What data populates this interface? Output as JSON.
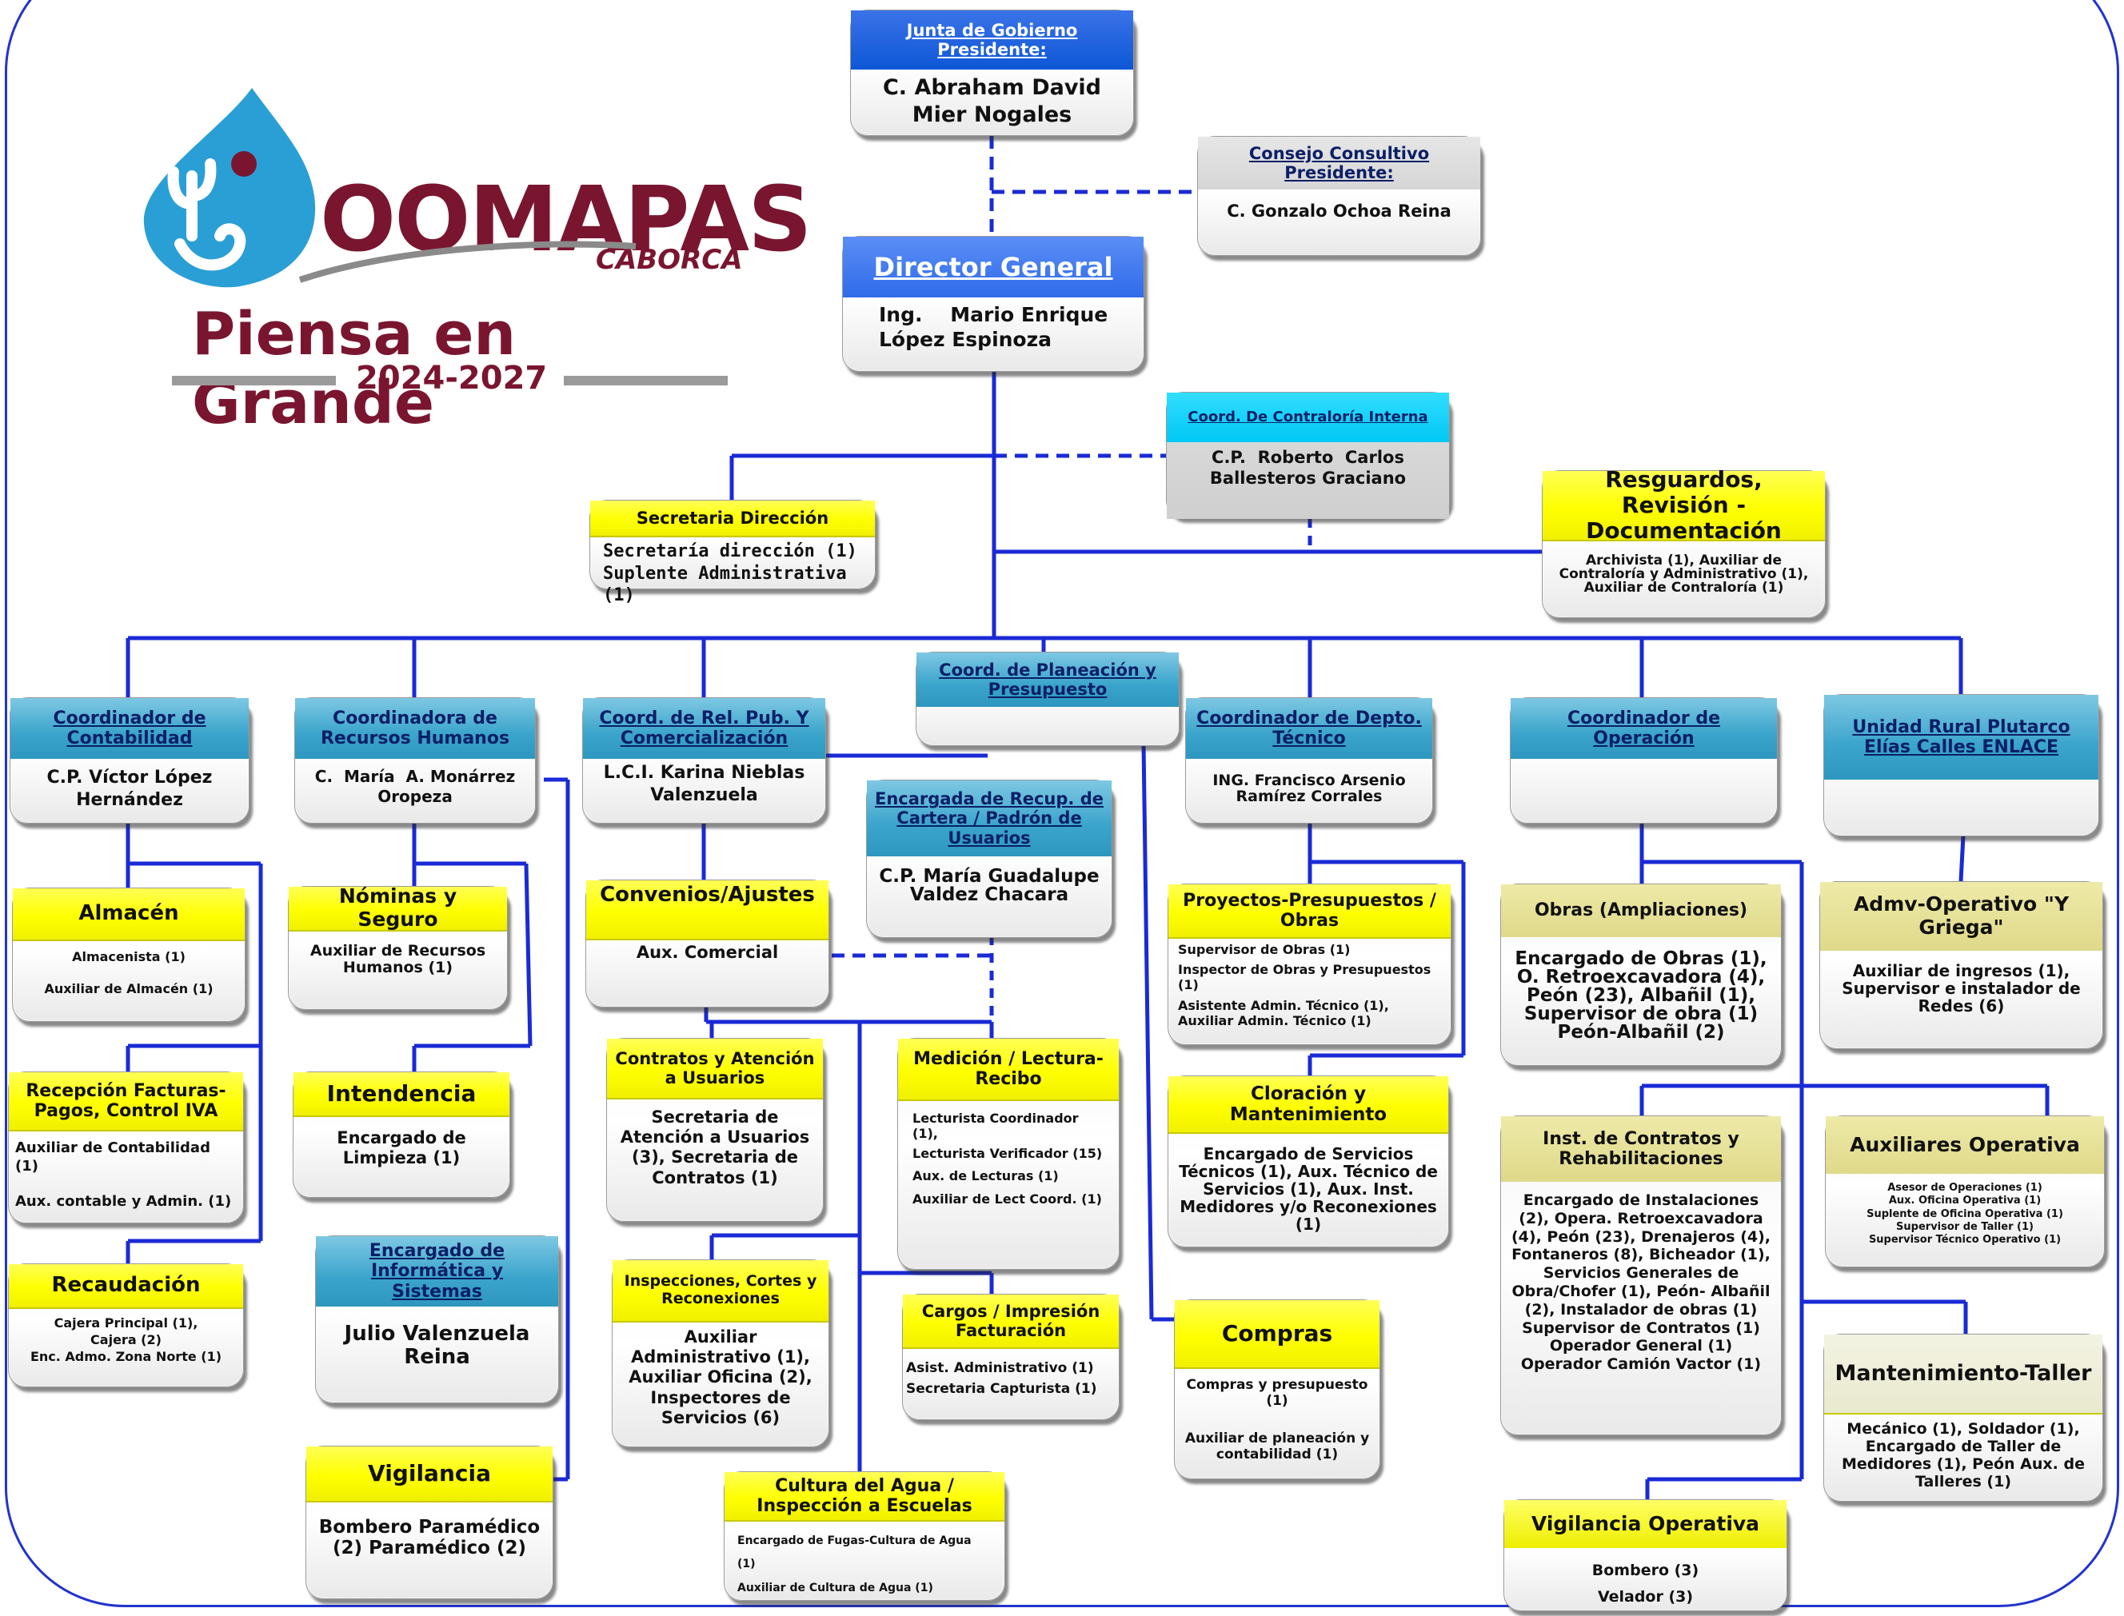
{
  "logo": {
    "name": "OOMAPAS",
    "city": "CABORCA",
    "slogan": "Piensa en Grande",
    "period": "2024-2027"
  },
  "junta": {
    "title": "Junta de Gobierno Presidente:",
    "name": "C. Abraham David Mier Nogales"
  },
  "consejo": {
    "title": "Consejo Consultivo Presidente:",
    "name": "C. Gonzalo Ochoa Reina"
  },
  "director": {
    "title": "Director General",
    "name": "Ing.    Mario Enrique López Espinoza"
  },
  "contraloria": {
    "title": "Coord. De Contraloría Interna",
    "name": "C.P.  Roberto  Carlos Ballesteros Graciano"
  },
  "secretaria": {
    "title": "Secretaria Dirección",
    "line1": "Secretaría dirección (1)",
    "line2": "Suplente Administrativa (1)"
  },
  "resguardos": {
    "title": "Resguardos, Revisión - Documentación",
    "body": "Archivista (1), Auxiliar de Contraloría y Administrativo (1), Auxiliar de Contraloría (1)"
  },
  "contabilidad": {
    "title": "Coordinador de Contabilidad",
    "name": "C.P. Víctor López Hernández"
  },
  "rh": {
    "title": "Coordinadora de Recursos Humanos",
    "name": "C.  María  A. Monárrez Oropeza"
  },
  "relpub": {
    "title": "Coord. de Rel. Pub. Y Comercialización",
    "name": "L.C.I. Karina Nieblas Valenzuela"
  },
  "planeacion": {
    "title": "Coord. de Planeación y Presupuesto"
  },
  "tecnico": {
    "title": "Coordinador de Depto. Técnico",
    "name": "ING. Francisco Arsenio Ramírez Corrales"
  },
  "operacion": {
    "title": "Coordinador de Operación"
  },
  "rural": {
    "title": "Unidad Rural Plutarco Elías Calles ENLACE"
  },
  "almacen": {
    "title": "Almacén",
    "line1": "Almacenista (1)",
    "line2": "Auxiliar de Almacén (1)"
  },
  "nominas": {
    "title": "Nóminas y Seguro",
    "body": "Auxiliar de Recursos Humanos (1)"
  },
  "convenios": {
    "title": "Convenios/Ajustes",
    "body": "Aux. Comercial"
  },
  "cartera": {
    "title": "Encargada de Recup. de Cartera / Padrón de Usuarios",
    "name": "C.P. María Guadalupe Valdez Chacara"
  },
  "proyectos": {
    "title": "Proyectos-Presupuestos / Obras",
    "l1": "Supervisor de Obras (1)",
    "l2": "Inspector de Obras y Presupuestos (1)",
    "l3": "Asistente Admin. Técnico (1), Auxiliar Admin. Técnico (1)"
  },
  "obras": {
    "title": "Obras (Ampliaciones)",
    "body": "Encargado de Obras (1), O. Retroexcavadora (4), Peón (23), Albañil (1), Supervisor de obra (1) Peón-Albañil (2)"
  },
  "admv": {
    "title": "Admv-Operativo \"Y Griega\"",
    "body": "Auxiliar de ingresos (1), Supervisor e instalador de Redes (6)"
  },
  "recepcion": {
    "title": "Recepción Facturas-Pagos, Control IVA",
    "line1": "Auxiliar de Contabilidad (1)",
    "line2": "Aux. contable y Admin.  (1)"
  },
  "intendencia": {
    "title": "Intendencia",
    "body": "Encargado de Limpieza (1)"
  },
  "contratos": {
    "title": "Contratos y Atención a Usuarios",
    "body": "Secretaria de Atención a Usuarios (3), Secretaria de Contratos (1)"
  },
  "medicion": {
    "title": "Medición / Lectura-Recibo",
    "l1": "Lecturista Coordinador (1),",
    "l2": "Lecturista Verificador (15)",
    "l3": "Aux. de Lecturas (1)",
    "l4": "Auxiliar de Lect Coord. (1)"
  },
  "cloracion": {
    "title": "Cloración y Mantenimiento",
    "body": "Encargado de Servicios Técnicos (1), Aux. Técnico de Servicios (1), Aux. Inst. Medidores y/o Reconexiones (1)"
  },
  "instcont": {
    "title": "Inst. de Contratos y Rehabilitaciones",
    "body": "Encargado de Instalaciones (2), Opera. Retroexcavadora (4), Peón (23), Drenajeros (4), Fontaneros (8), Bicheador (1), Servicios Generales de Obra/Chofer (1), Peón- Albañil (2), Instalador de obras (1) Supervisor de Contratos (1)  Operador General (1) Operador Camión Vactor (1)"
  },
  "auxop": {
    "title": "Auxiliares Operativa",
    "l1": "Asesor de Operaciones (1)",
    "l2": "Aux.  Oficina Operativa (1)",
    "l3": "Suplente de Oficina Operativa (1)",
    "l4": "Supervisor de Taller (1)",
    "l5": "Supervisor Técnico Operativo (1)"
  },
  "recaudacion": {
    "title": "Recaudación",
    "l1": "Cajera Principal (1),",
    "l2": "Cajera (2)",
    "l3": "Enc. Admo. Zona Norte (1)"
  },
  "informatica": {
    "title": "Encargado de Informática y Sistemas",
    "name": "Julio Valenzuela Reina"
  },
  "inspecciones": {
    "title": "Inspecciones, Cortes y Reconexiones",
    "body": "Auxiliar Administrativo (1), Auxiliar Oficina (2), Inspectores de Servicios (6)"
  },
  "cargos": {
    "title": "Cargos / Impresión Facturación",
    "l1": "Asist. Administrativo (1)",
    "l2": "Secretaria Capturista (1)"
  },
  "compras": {
    "title": "Compras",
    "l1": "Compras y presupuesto (1)",
    "l2": "Auxiliar de planeación y      contabilidad (1)"
  },
  "mantenimiento": {
    "title": "Mantenimiento-Taller",
    "body": "Mecánico (1), Soldador (1), Encargado de Taller de Medidores (1), Peón Aux. de Talleres (1)"
  },
  "vigilancia": {
    "title": "Vigilancia",
    "body": "Bombero Paramédico (2) Paramédico (2)"
  },
  "cultura": {
    "title": "Cultura del Agua / Inspección a Escuelas",
    "l1": "Encargado de Fugas-Cultura de Agua (1)",
    "l2": "Auxiliar de Cultura de Agua (1)"
  },
  "vigop": {
    "title": "Vigilancia Operativa",
    "l1": "Bombero (3)",
    "l2": "Velador (3)"
  },
  "colors": {
    "line": "#1a2ad6",
    "header_yellow": "#ffff00",
    "header_blue": "#2f9ac4",
    "brand": "#7a1530",
    "logo_drop": "#2a9fd6"
  }
}
